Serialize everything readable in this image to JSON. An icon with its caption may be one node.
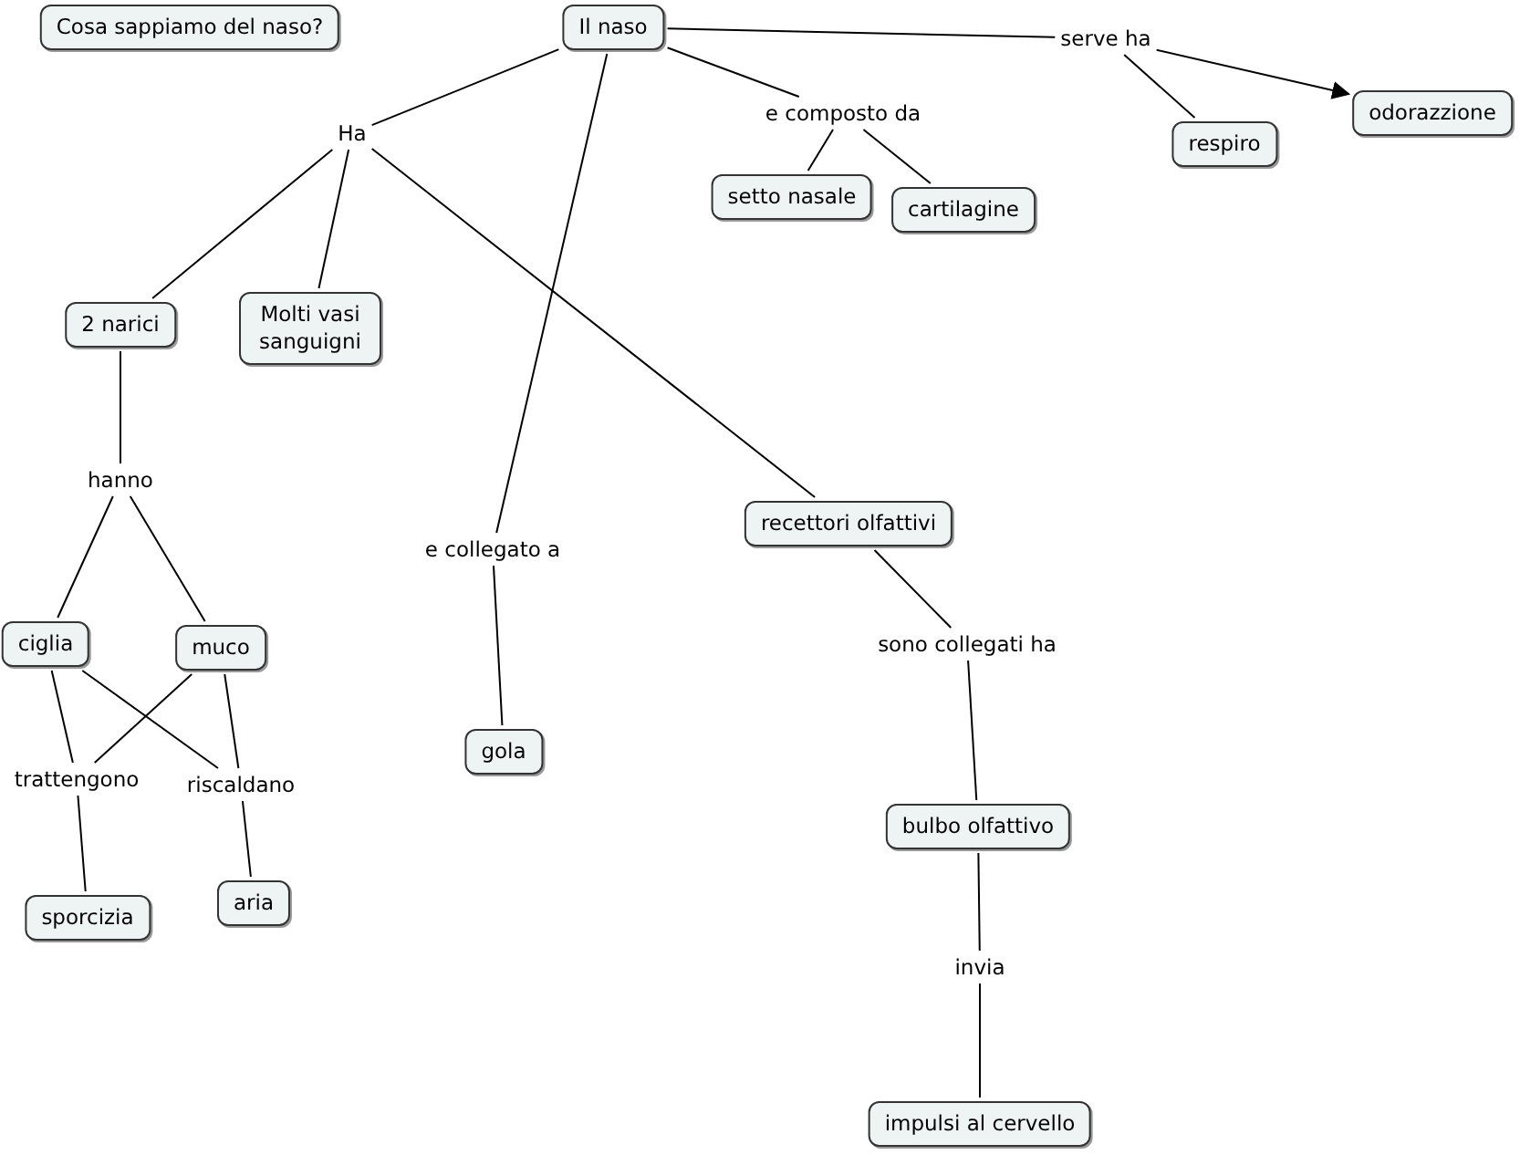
{
  "diagram": {
    "nodes": [
      {
        "text": [
          "Cosa sappiamo del naso?"
        ]
      },
      {
        "text": [
          "Il naso"
        ]
      },
      {
        "text": [
          "Ha"
        ]
      },
      {
        "text": [
          "e composto da"
        ]
      },
      {
        "text": [
          "serve ha"
        ]
      },
      {
        "text": [
          "setto nasale"
        ]
      },
      {
        "text": [
          "cartilagine"
        ]
      },
      {
        "text": [
          "respiro"
        ]
      },
      {
        "text": [
          "odorazzione"
        ]
      },
      {
        "text": [
          "2 narici"
        ]
      },
      {
        "text": [
          "Molti vasi sanguigni"
        ]
      },
      {
        "text": [
          "e collegato a"
        ]
      },
      {
        "text": [
          "recettori olfattivi"
        ]
      },
      {
        "text": [
          "hanno"
        ]
      },
      {
        "text": [
          "ciglia"
        ]
      },
      {
        "text": [
          "muco"
        ]
      },
      {
        "text": [
          "trattengono"
        ]
      },
      {
        "text": [
          "riscaldano"
        ]
      },
      {
        "text": [
          "gola"
        ]
      },
      {
        "text": [
          "sono collegati ha"
        ]
      },
      {
        "text": [
          "bulbo olfattivo"
        ]
      },
      {
        "text": [
          "sporcizia"
        ]
      },
      {
        "text": [
          "aria"
        ]
      },
      {
        "text": [
          "invia"
        ]
      },
      {
        "text": [
          "impulsi al cervello"
        ]
      }
    ],
    "edges": [
      {
        "from": 1,
        "to": 2,
        "arrow": "none"
      },
      {
        "from": 1,
        "to": 3,
        "arrow": "none"
      },
      {
        "from": 1,
        "to": 4,
        "arrow": "none"
      },
      {
        "from": 1,
        "to": 11,
        "arrow": "none"
      },
      {
        "from": 2,
        "to": 9,
        "arrow": "none"
      },
      {
        "from": 2,
        "to": 10,
        "arrow": "none"
      },
      {
        "from": 2,
        "to": 12,
        "arrow": "none"
      },
      {
        "from": 3,
        "to": 5,
        "arrow": "none"
      },
      {
        "from": 3,
        "to": 6,
        "arrow": "none"
      },
      {
        "from": 4,
        "to": 7,
        "arrow": "none"
      },
      {
        "from": 4,
        "to": 8,
        "arrow": "to"
      },
      {
        "from": 9,
        "to": 13,
        "arrow": "none"
      },
      {
        "from": 13,
        "to": 14,
        "arrow": "none"
      },
      {
        "from": 13,
        "to": 15,
        "arrow": "none"
      },
      {
        "from": 14,
        "to": 16,
        "arrow": "none"
      },
      {
        "from": 14,
        "to": 17,
        "arrow": "none"
      },
      {
        "from": 15,
        "to": 16,
        "arrow": "none"
      },
      {
        "from": 15,
        "to": 17,
        "arrow": "none"
      },
      {
        "from": 16,
        "to": 21,
        "arrow": "none"
      },
      {
        "from": 17,
        "to": 22,
        "arrow": "none"
      },
      {
        "from": 11,
        "to": 18,
        "arrow": "none"
      },
      {
        "from": 12,
        "to": 19,
        "arrow": "none"
      },
      {
        "from": 19,
        "to": 20,
        "arrow": "none"
      },
      {
        "from": 20,
        "to": 23,
        "arrow": "none"
      },
      {
        "from": 23,
        "to": 24,
        "arrow": "none"
      }
    ]
  }
}
